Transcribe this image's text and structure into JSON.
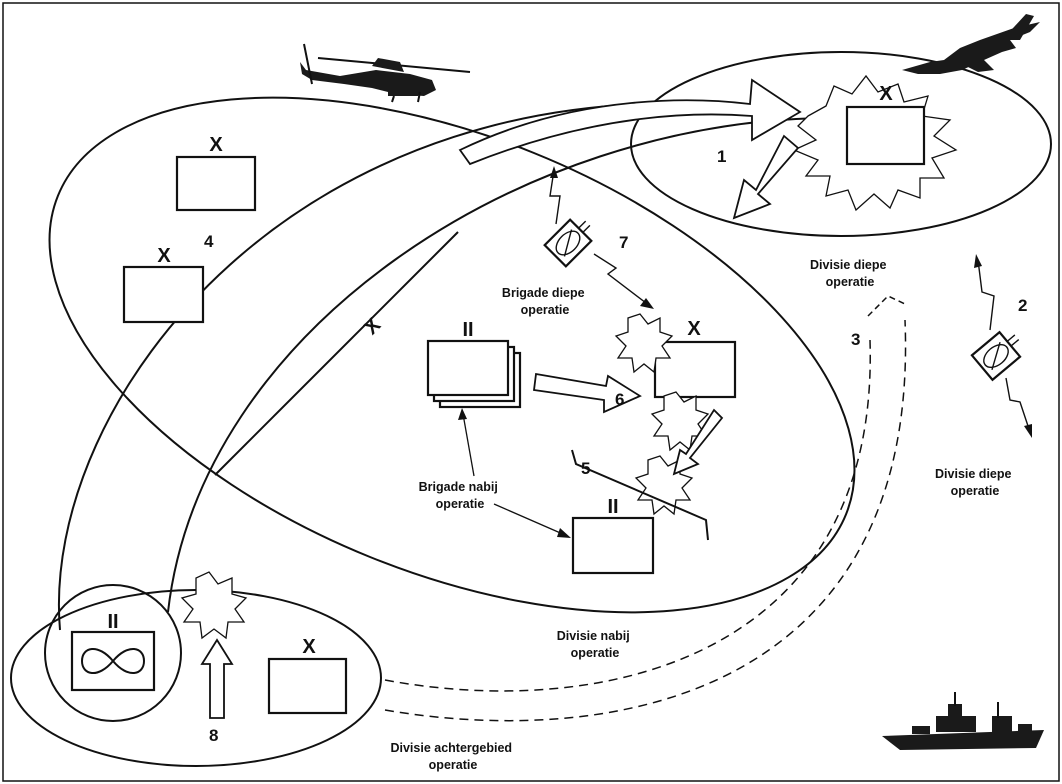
{
  "numbers": {
    "n1": "1",
    "n2": "2",
    "n3": "3",
    "n4": "4",
    "n5": "5",
    "n6": "6",
    "n7": "7",
    "n8": "8"
  },
  "unit_marks": {
    "brigade": "X",
    "battalion": "II"
  },
  "captions": {
    "divisie_diepe_top": [
      "Divisie diepe",
      "operatie"
    ],
    "divisie_diepe_right": [
      "Divisie diepe",
      "operatie"
    ],
    "brigade_diepe": [
      "Brigade diepe",
      "operatie"
    ],
    "brigade_nabij": [
      "Brigade nabij",
      "operatie"
    ],
    "divisie_nabij": [
      "Divisie nabij",
      "operatie"
    ],
    "divisie_achtergebied": [
      "Divisie achtergebied",
      "operatie"
    ]
  },
  "colors": {
    "ink": "#111111",
    "paper": "#ffffff"
  },
  "icons": {
    "helicopter": "attack-helicopter-icon",
    "jet": "fighter-jet-icon",
    "ship": "warship-icon",
    "uav": "uav-unit-icon",
    "signal": "infinity-signal-unit-icon"
  }
}
